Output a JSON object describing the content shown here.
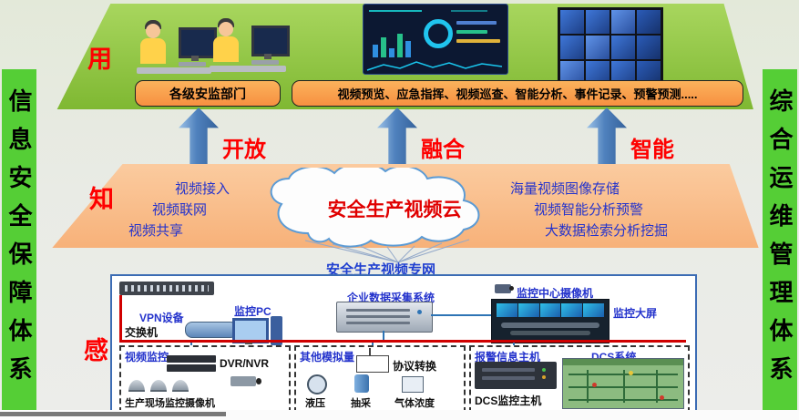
{
  "sidebars": {
    "left": "信息安全保障体系",
    "right": "综合运维管理体系"
  },
  "top_layer": {
    "tag": "用",
    "dept_box": "各级安监部门",
    "features_box": "视频预览、应急指挥、视频巡查、智能分析、事件记录、预警预测.....",
    "icons": [
      "operators-at-workstations",
      "monitoring-dashboard",
      "video-wall"
    ]
  },
  "arrows": [
    {
      "label": "开放"
    },
    {
      "label": "融合"
    },
    {
      "label": "智能"
    }
  ],
  "middle_layer": {
    "tag": "知",
    "cloud_title": "安全生产视频云",
    "left_items": [
      "视频接入",
      "视频联网",
      "视频共享"
    ],
    "right_items": [
      "海量视频图像存储",
      "视频智能分析预警",
      "大数据检索分析挖掘"
    ],
    "network_label": "安全生产视频专网"
  },
  "bottom_layer": {
    "tag": "感",
    "devices": {
      "switch": "交换机",
      "vpn": "VPN设备",
      "pc": "监控PC",
      "collector": "企业数据采集系统",
      "center_camera": "监控中心摄像机",
      "big_screen": "监控大屏"
    },
    "groups": [
      {
        "title": "视频监控",
        "dvr": "DVR/NVR",
        "cameras": "生产现场监控摄像机"
      },
      {
        "title": "其他模拟量",
        "converter": "协议转换",
        "sensors": [
          "液压",
          "抽采",
          "气体浓度"
        ]
      },
      {
        "title": "报警信息主机",
        "dcs_system": "DCS系统",
        "dcs_host": "DCS监控主机"
      }
    ]
  },
  "colors": {
    "accent_red": "#ff0000",
    "arrow_blue": "#4f81bd",
    "band_orange": "#fac090",
    "platform_green": "#8dc63f",
    "sidebar_green": "#55ce36",
    "label_blue": "#2433cc",
    "wire_red": "#d00000",
    "wire_blue": "#2e74b5"
  }
}
